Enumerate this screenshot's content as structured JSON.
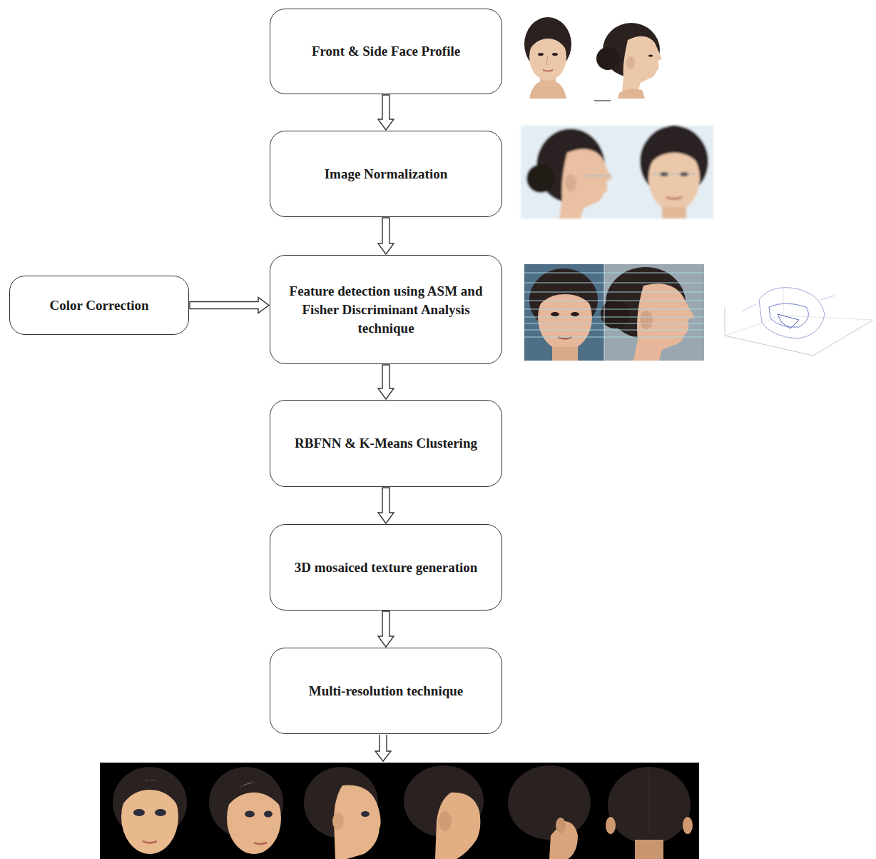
{
  "diagram": {
    "nodes": [
      {
        "text": [
          "Front & Side Face Profile"
        ]
      },
      {
        "text": [
          "Image Normalization"
        ]
      },
      {
        "text": [
          "Color Correction"
        ]
      },
      {
        "text": [
          "Feature detection using ASM and Fisher Discriminant Analysis technique"
        ]
      },
      {
        "text": [
          "RBFNN & K-Means Clustering"
        ]
      },
      {
        "text": [
          "3D mosaiced texture generation"
        ]
      },
      {
        "text": [
          "Multi-resolution technique"
        ]
      }
    ],
    "edges": [
      {
        "from": 0,
        "to": 1,
        "arrow": "to"
      },
      {
        "from": 1,
        "to": 3,
        "arrow": "to"
      },
      {
        "from": 2,
        "to": 3,
        "arrow": "to"
      },
      {
        "from": 3,
        "to": 4,
        "arrow": "to"
      },
      {
        "from": 4,
        "to": 5,
        "arrow": "to"
      },
      {
        "from": 5,
        "to": 6,
        "arrow": "to"
      }
    ]
  }
}
